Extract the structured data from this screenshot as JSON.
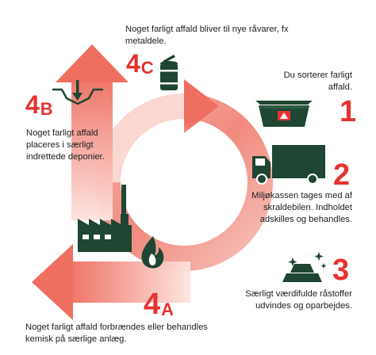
{
  "colors": {
    "accent": "#e63230",
    "dark": "#1e4632",
    "text": "#1d1d1b"
  },
  "steps": {
    "step1": {
      "number": "1",
      "text": "Du sorterer farligt affald."
    },
    "step2": {
      "number": "2",
      "text": "Miljøkassen tages med af skraldebilen. Indholdet adskilles og behandles."
    },
    "step3": {
      "number": "3",
      "text": "Særligt værdifulde råstoffer udvindes og oparbejdes."
    },
    "step4a": {
      "number": "4",
      "letter": "A",
      "text": "Noget farligt affald forbrændes eller behandles kemisk på særlige anlæg."
    },
    "step4b": {
      "number": "4",
      "letter": "B",
      "text": "Noget farligt affald placeres i særligt indrettede deponier."
    },
    "step4c": {
      "number": "4",
      "letter": "C",
      "text": "Noget farligt affald bliver til nye råvarer, fx metaldele."
    }
  },
  "icons": {
    "step1": "environment-box-icon",
    "step2": "garbage-truck-icon",
    "step3": "metal-bars-icon",
    "step4a": "factory-icon",
    "step4a_extra": "flame-icon",
    "step4b": "landfill-icon",
    "step4c": "metal-can-icon"
  }
}
